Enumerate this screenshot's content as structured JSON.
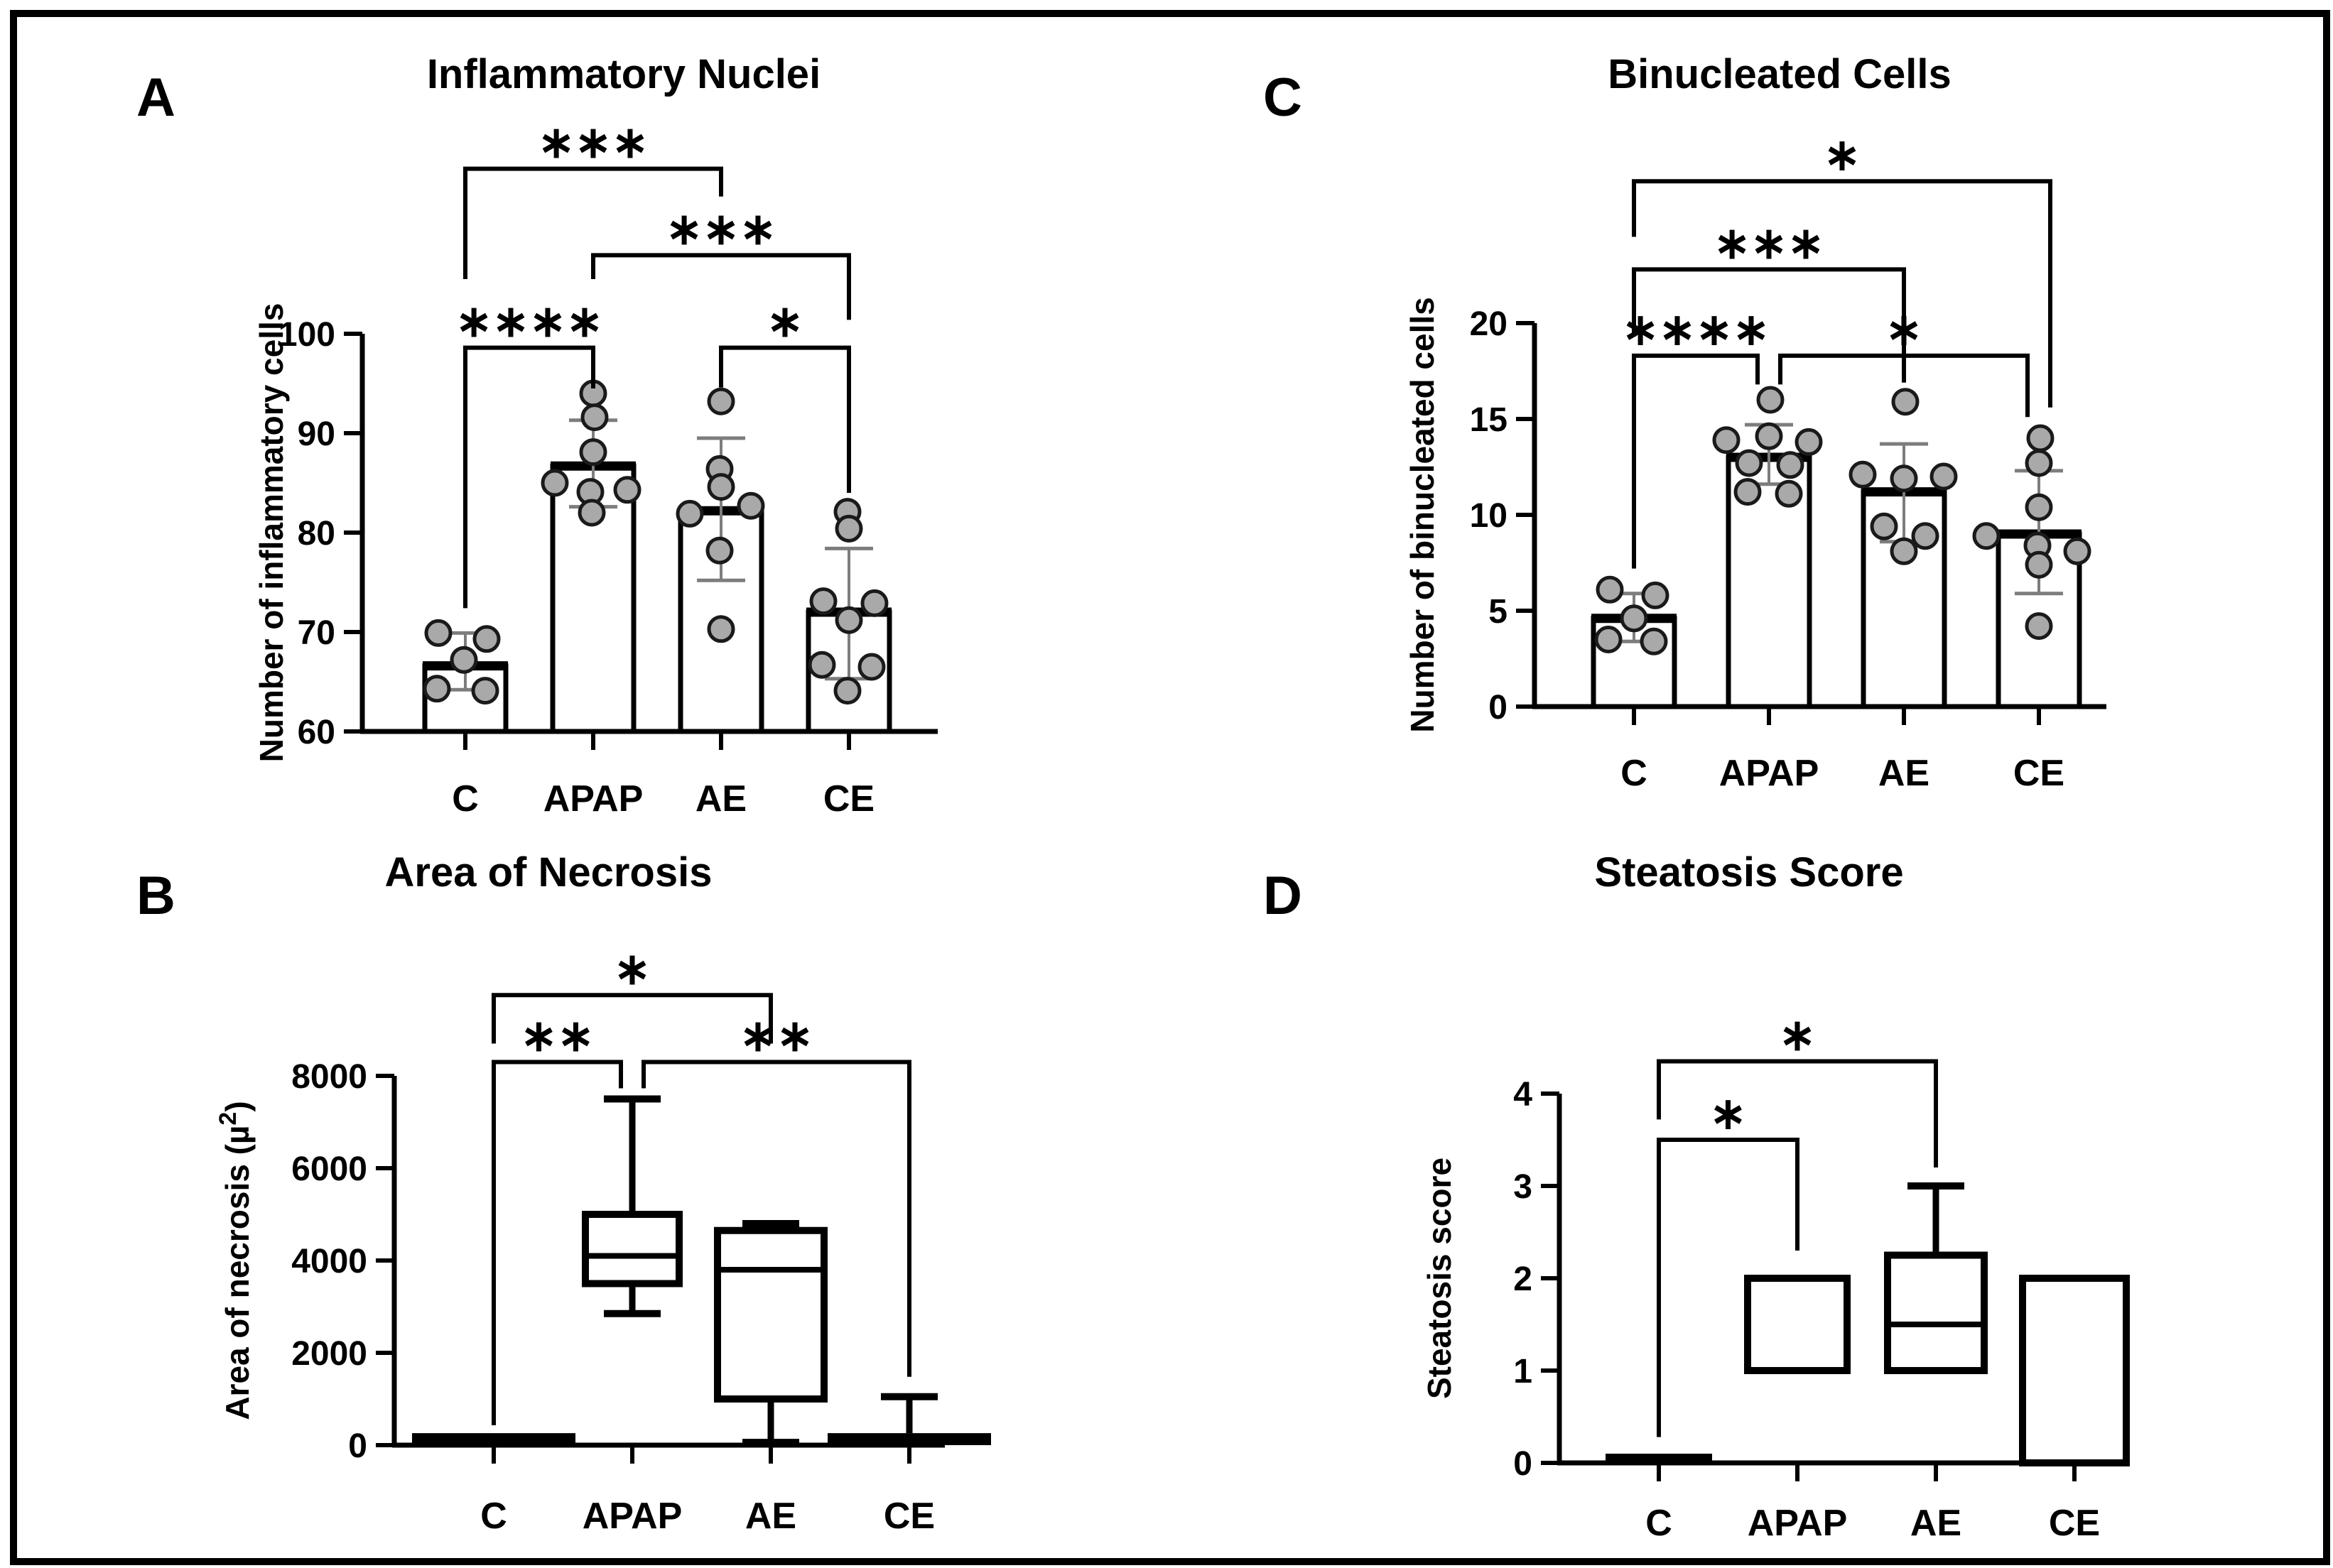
{
  "figure": {
    "background": "#ffffff",
    "border_color": "#000000",
    "line_color": "#000000",
    "dot_fill": "#a9a9a9",
    "dot_stroke": "#1a1a1a",
    "error_color": "#7d7d7d"
  },
  "chart_data": {
    "panels": [
      {
        "id": "A",
        "letter": "A",
        "title": "Inflammatory Nuclei",
        "type": "bar-scatter",
        "ylabel": "Number of inflammatory cells",
        "xlabel": "",
        "ylim": [
          60,
          100
        ],
        "yticks": [
          60,
          70,
          80,
          90,
          100
        ],
        "categories": [
          "C",
          "APAP",
          "AE",
          "CE"
        ],
        "bar_means": [
          66.6,
          86.7,
          82.2,
          72.0
        ],
        "error_ranges": [
          [
            64.2,
            69.9
          ],
          [
            82.6,
            91.3
          ],
          [
            75.2,
            89.5
          ],
          [
            65.3,
            78.4
          ]
        ],
        "points": [
          [
            [
              69.9,
              -38
            ],
            [
              69.3,
              30
            ],
            [
              67.2,
              -2
            ],
            [
              64.3,
              -40
            ],
            [
              64.1,
              28
            ]
          ],
          [
            [
              94.0,
              0
            ],
            [
              91.6,
              2
            ],
            [
              88.1,
              0
            ],
            [
              85.0,
              -54
            ],
            [
              84.1,
              -4
            ],
            [
              84.3,
              48
            ],
            [
              82.0,
              -2
            ]
          ],
          [
            [
              93.2,
              0
            ],
            [
              86.4,
              -2
            ],
            [
              84.6,
              0
            ],
            [
              82.7,
              42
            ],
            [
              81.9,
              -44
            ],
            [
              78.2,
              -2
            ],
            [
              70.3,
              0
            ]
          ],
          [
            [
              82.1,
              -2
            ],
            [
              80.4,
              0
            ],
            [
              73.1,
              -36
            ],
            [
              72.9,
              36
            ],
            [
              71.2,
              0
            ],
            [
              66.7,
              -38
            ],
            [
              66.5,
              32
            ],
            [
              64.1,
              -2
            ]
          ]
        ],
        "brackets": [
          {
            "label": "***",
            "from": 0,
            "to": 2,
            "y": 116.6,
            "dropFrom": 105.5,
            "dropTo": 113.8,
            "dxFrom": 0,
            "dxTo": 0
          },
          {
            "label": "***",
            "from": 1,
            "to": 3,
            "y": 107.9,
            "dropFrom": 105.5,
            "dropTo": 101.4,
            "dxFrom": 0,
            "dxTo": 0
          },
          {
            "label": "****",
            "from": 0,
            "to": 1,
            "y": 98.6,
            "dropFrom": 72.4,
            "dropTo": 94.5,
            "dxFrom": 0,
            "dxTo": 0
          },
          {
            "label": "*",
            "from": 2,
            "to": 3,
            "y": 98.6,
            "dropFrom": 94.6,
            "dropTo": 84.0,
            "dxFrom": 0,
            "dxTo": 0
          }
        ],
        "layout": {
          "axisX": 510,
          "axisEnd": 1320,
          "yTopPx": 470,
          "yBottomPx": 1030,
          "catX": [
            655,
            835,
            1015,
            1195
          ],
          "barW": 114,
          "ylabelX": 398,
          "catLabelY": 1098,
          "titleX": 878,
          "titleY": 76,
          "letterX": 192,
          "letterY": 100
        }
      },
      {
        "id": "B",
        "letter": "B",
        "title": "Area of Necrosis",
        "type": "box",
        "ylabel": "Area of necrosis (µ²)",
        "xlabel": "",
        "ylim": [
          0,
          8000
        ],
        "yticks": [
          0,
          2000,
          4000,
          6000,
          8000
        ],
        "categories": [
          "C",
          "APAP",
          "AE",
          "CE"
        ],
        "boxes": [
          {
            "flat": true,
            "lo": 0,
            "hi": 260
          },
          {
            "q1": 3500,
            "med": 4100,
            "q3": 5000,
            "wlo": 2850,
            "whi": 7500
          },
          {
            "q1": 1000,
            "med": 3800,
            "q3": 4650,
            "wlo": 60,
            "whi": 4800
          },
          {
            "flat": true,
            "lo": 0,
            "hi": 260,
            "whi": 1050
          }
        ],
        "brackets": [
          {
            "label": "*",
            "from": 0,
            "to": 2,
            "y": 9750,
            "dropFrom": 8700,
            "dropTo": 8700,
            "dxFrom": 0,
            "dxTo": 0
          },
          {
            "label": "**",
            "from": 0,
            "to": 1,
            "y": 8300,
            "dropFrom": 430,
            "dropTo": 7730,
            "dxFrom": 0,
            "dxTo": -16
          },
          {
            "label": "**",
            "from": 1,
            "to": 3,
            "y": 8300,
            "dropFrom": 7730,
            "dropTo": 1480,
            "dxFrom": 16,
            "dxTo": 0
          }
        ],
        "layout": {
          "axisX": 555,
          "axisEnd": 1330,
          "yTopPx": 1515,
          "yBottomPx": 2035,
          "boxW": [
            230,
            132,
            150,
            230
          ],
          "ylabelX": 350,
          "catLabelY": 2108,
          "titleX": 772,
          "titleY": 1200,
          "letterX": 192,
          "letterY": 1224
        }
      },
      {
        "id": "C",
        "letter": "C",
        "title": "Binucleated Cells",
        "type": "bar-scatter",
        "ylabel": "Number of binucleated cells",
        "xlabel": "",
        "ylim": [
          0,
          20
        ],
        "yticks": [
          0,
          5,
          10,
          15,
          20
        ],
        "categories": [
          "C",
          "APAP",
          "AE",
          "CE"
        ],
        "bar_means": [
          4.6,
          13.0,
          11.2,
          9.0
        ],
        "error_ranges": [
          [
            3.4,
            5.9
          ],
          [
            11.6,
            14.7
          ],
          [
            8.6,
            13.7
          ],
          [
            5.9,
            12.3
          ]
        ],
        "points": [
          [
            [
              6.1,
              -34
            ],
            [
              5.8,
              30
            ],
            [
              4.6,
              0
            ],
            [
              3.5,
              -36
            ],
            [
              3.4,
              28
            ]
          ],
          [
            [
              16.0,
              2
            ],
            [
              14.1,
              0
            ],
            [
              13.9,
              -60
            ],
            [
              13.8,
              56
            ],
            [
              12.7,
              -28
            ],
            [
              12.6,
              30
            ],
            [
              11.2,
              -30
            ],
            [
              11.1,
              28
            ]
          ],
          [
            [
              15.9,
              2
            ],
            [
              12.1,
              -58
            ],
            [
              11.9,
              0
            ],
            [
              12.0,
              56
            ],
            [
              9.4,
              -28
            ],
            [
              8.9,
              30
            ],
            [
              8.1,
              0
            ]
          ],
          [
            [
              14.0,
              2
            ],
            [
              12.7,
              0
            ],
            [
              10.4,
              0
            ],
            [
              8.9,
              -74
            ],
            [
              8.4,
              -2
            ],
            [
              8.1,
              54
            ],
            [
              7.4,
              0
            ],
            [
              4.2,
              0
            ]
          ]
        ],
        "brackets": [
          {
            "label": "*",
            "from": 0,
            "to": 3,
            "y": 27.4,
            "dropFrom": 24.5,
            "dropTo": 15.6,
            "dxFrom": 0,
            "dxTo": 16
          },
          {
            "label": "***",
            "from": 0,
            "to": 2,
            "y": 22.8,
            "dropFrom": 19.3,
            "dropTo": 16.9,
            "dxFrom": 0,
            "dxTo": 0
          },
          {
            "label": "****",
            "from": 0,
            "to": 1,
            "y": 18.3,
            "dropFrom": 7.2,
            "dropTo": 16.8,
            "dxFrom": 0,
            "dxTo": -16
          },
          {
            "label": "*",
            "from": 1,
            "to": 3,
            "y": 18.3,
            "dropFrom": 16.8,
            "dropTo": 15.1,
            "dxFrom": 16,
            "dxTo": -16
          }
        ],
        "layout": {
          "axisX": 2160,
          "axisEnd": 2965,
          "yTopPx": 455,
          "yBottomPx": 995,
          "catX": [
            2300,
            2490,
            2680,
            2870
          ],
          "barW": 114,
          "ylabelX": 2018,
          "catLabelY": 1062,
          "titleX": 2505,
          "titleY": 76,
          "letterX": 1778,
          "letterY": 100
        }
      },
      {
        "id": "D",
        "letter": "D",
        "title": "Steatosis Score",
        "type": "box",
        "ylabel": "Steatosis score",
        "xlabel": "",
        "ylim": [
          0,
          4
        ],
        "yticks": [
          0,
          1,
          2,
          3,
          4
        ],
        "categories": [
          "C",
          "APAP",
          "AE",
          "CE"
        ],
        "boxes": [
          {
            "flat": true,
            "lo": 0,
            "hi": 0.1
          },
          {
            "q1": 1,
            "med": 1.0,
            "q3": 2
          },
          {
            "q1": 1,
            "med": 1.5,
            "q3": 2.25,
            "whi": 3
          },
          {
            "q1": 0,
            "q3": 2
          }
        ],
        "brackets": [
          {
            "label": "*",
            "from": 0,
            "to": 2,
            "y": 4.35,
            "dropFrom": 3.72,
            "dropTo": 3.2,
            "dxFrom": 0,
            "dxTo": 0
          },
          {
            "label": "*",
            "from": 0,
            "to": 1,
            "y": 3.5,
            "dropFrom": 0.28,
            "dropTo": 2.3,
            "dxFrom": 0,
            "dxTo": 0
          }
        ],
        "layout": {
          "axisX": 2195,
          "axisEnd": 2975,
          "yTopPx": 1540,
          "yBottomPx": 2060,
          "boxW": [
            150,
            140,
            136,
            146
          ],
          "ylabelX": 2042,
          "catLabelY": 2118,
          "titleX": 2462,
          "titleY": 1200,
          "letterX": 1778,
          "letterY": 1224
        }
      }
    ]
  }
}
